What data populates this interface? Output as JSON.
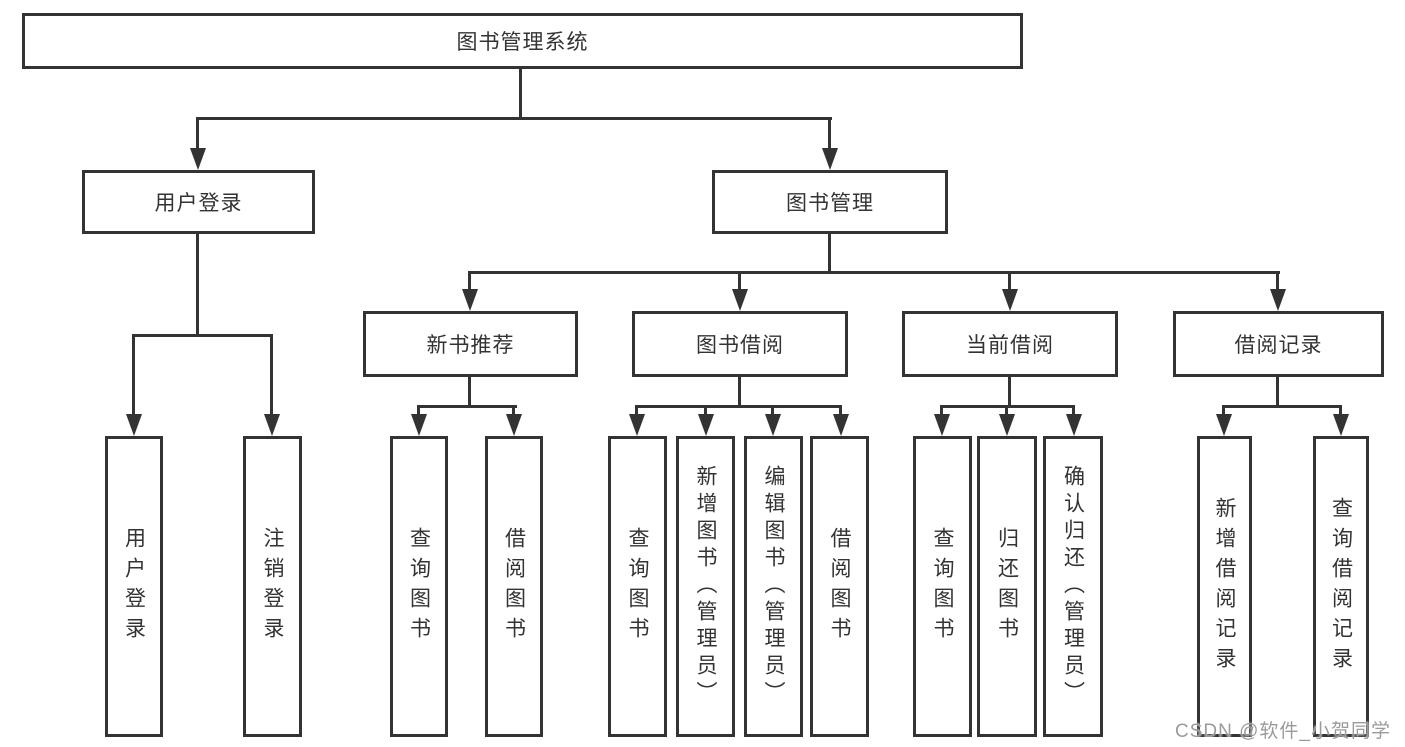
{
  "diagram": {
    "root": {
      "label": "图书管理系统"
    },
    "level2": {
      "user_login": "用户登录",
      "book_management": "图书管理"
    },
    "level3": {
      "new_book_recommend": "新书推荐",
      "book_borrow": "图书借阅",
      "current_borrow": "当前借阅",
      "borrow_records": "借阅记录"
    },
    "leaves": {
      "user_login": [
        "用户登录",
        "注销登录"
      ],
      "new_book_recommend": [
        "查询图书",
        "借阅图书"
      ],
      "book_borrow": [
        "查询图书",
        "新增图书（管理员）",
        "编辑图书（管理员）",
        "借阅图书"
      ],
      "current_borrow": [
        "查询图书",
        "归还图书",
        "确认归还（管理员）"
      ],
      "borrow_records": [
        "新增借阅记录",
        "查询借阅记录"
      ]
    },
    "colors": {
      "line": "#333333",
      "text": "#333333",
      "background": "#ffffff",
      "watermark": "#9b9b9b"
    }
  },
  "watermark": {
    "text": "CSDN @软件_小贺同学"
  }
}
